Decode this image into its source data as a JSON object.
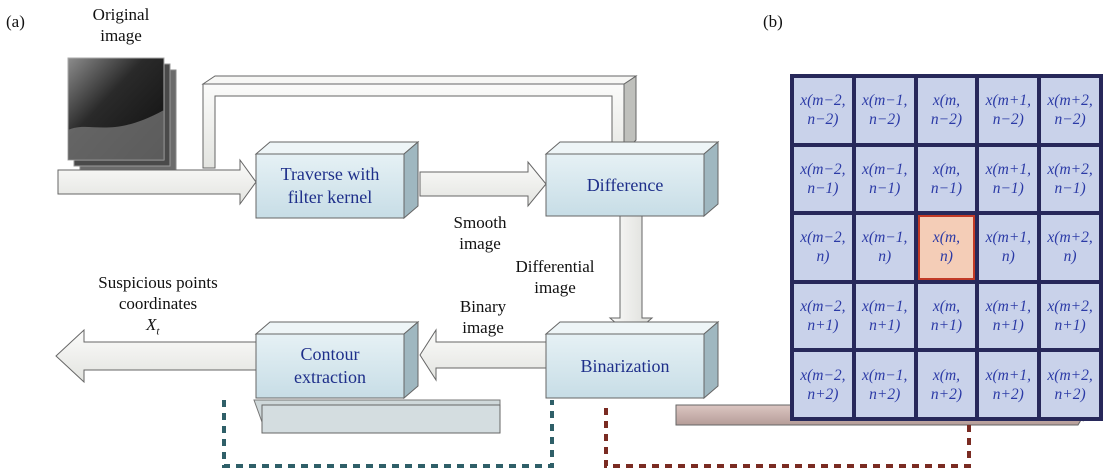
{
  "panels": {
    "a_label": "(a)",
    "b_label": "(b)"
  },
  "flowchart": {
    "original_image_label": "Original\nimage",
    "traverse_box": "Traverse with\nfilter kernel",
    "difference_box": "Difference",
    "contour_box": "Contour\nextraction",
    "binarization_box": "Binarization",
    "smooth_label": "Smooth\nimage",
    "differential_label": "Differential\nimage",
    "binary_label": "Binary\nimage",
    "output_label": "Suspicious points\ncoordinates",
    "output_symbol": "X",
    "output_subscript": "t"
  },
  "grid": {
    "cells": [
      "x(m−2,\nn−2)",
      "x(m−1,\nn−2)",
      "x(m,\nn−2)",
      "x(m+1,\nn−2)",
      "x(m+2,\nn−2)",
      "x(m−2,\nn−1)",
      "x(m−1,\nn−1)",
      "x(m,\nn−1)",
      "x(m+1,\nn−1)",
      "x(m+2,\nn−1)",
      "x(m−2,\nn)",
      "x(m−1,\nn)",
      "x(m,\nn)",
      "x(m+1,\nn)",
      "x(m+2,\nn)",
      "x(m−2,\nn+1)",
      "x(m−1,\nn+1)",
      "x(m,\nn+1)",
      "x(m+1,\nn+1)",
      "x(m+2,\nn+1)",
      "x(m−2,\nn+2)",
      "x(m−1,\nn+2)",
      "x(m,\nn+2)",
      "x(m+1,\nn+2)",
      "x(m+2,\nn+2)"
    ],
    "highlight_index": 12
  },
  "colors": {
    "box_fill": "#d7e8ef",
    "box_text": "#1e2f8a",
    "arrow_fill": "#f4f5f2",
    "arrow_stroke": "#666666",
    "grid_cell": "#c9d2ea",
    "grid_highlight": "#f4cdb7",
    "grid_border": "#27285a",
    "dash_teal": "#2f5f68",
    "dash_red": "#7a2b22",
    "plate_pink": "#d6bdb8"
  }
}
